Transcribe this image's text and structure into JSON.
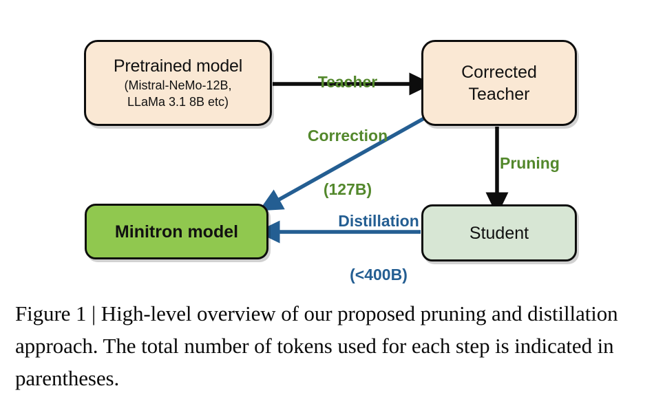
{
  "figure": {
    "nodes": [
      {
        "id": "pretrained-model",
        "title": "Pretrained model",
        "sub_line1": "(Mistral-NeMo-12B,",
        "sub_line2": "LLaMa 3.1 8B etc)",
        "fill": "#fae8d4"
      },
      {
        "id": "corrected-teacher",
        "title_line1": "Corrected",
        "title_line2": "Teacher",
        "fill": "#fae8d4"
      },
      {
        "id": "student",
        "title": "Student",
        "fill": "#d7e6d4"
      },
      {
        "id": "minitron-model",
        "title": "Minitron model",
        "fill": "#90c84f"
      }
    ],
    "edges": [
      {
        "id": "teacher-correction",
        "label_line1": "Teacher",
        "label_line2": "Correction",
        "label_line3": "(127B)",
        "color": "#53882c",
        "arrow_color": "#0d0d0d",
        "from": "pretrained-model",
        "to": "corrected-teacher"
      },
      {
        "id": "pruning",
        "label": "Pruning",
        "color": "#53882c",
        "arrow_color": "#0d0d0d",
        "from": "corrected-teacher",
        "to": "student"
      },
      {
        "id": "distillation",
        "label_line1": "Distillation",
        "label_line2": "(<400B)",
        "color": "#245e92",
        "arrow_color": "#245e92",
        "from": "corrected-teacher",
        "to": "minitron-model"
      },
      {
        "id": "student-to-minitron",
        "arrow_color": "#245e92",
        "from": "student",
        "to": "minitron-model"
      }
    ]
  },
  "caption": {
    "text": "Figure 1 | High-level overview of our proposed pruning and distillation approach.  The total number of tokens used for each step is indicated in parentheses."
  }
}
